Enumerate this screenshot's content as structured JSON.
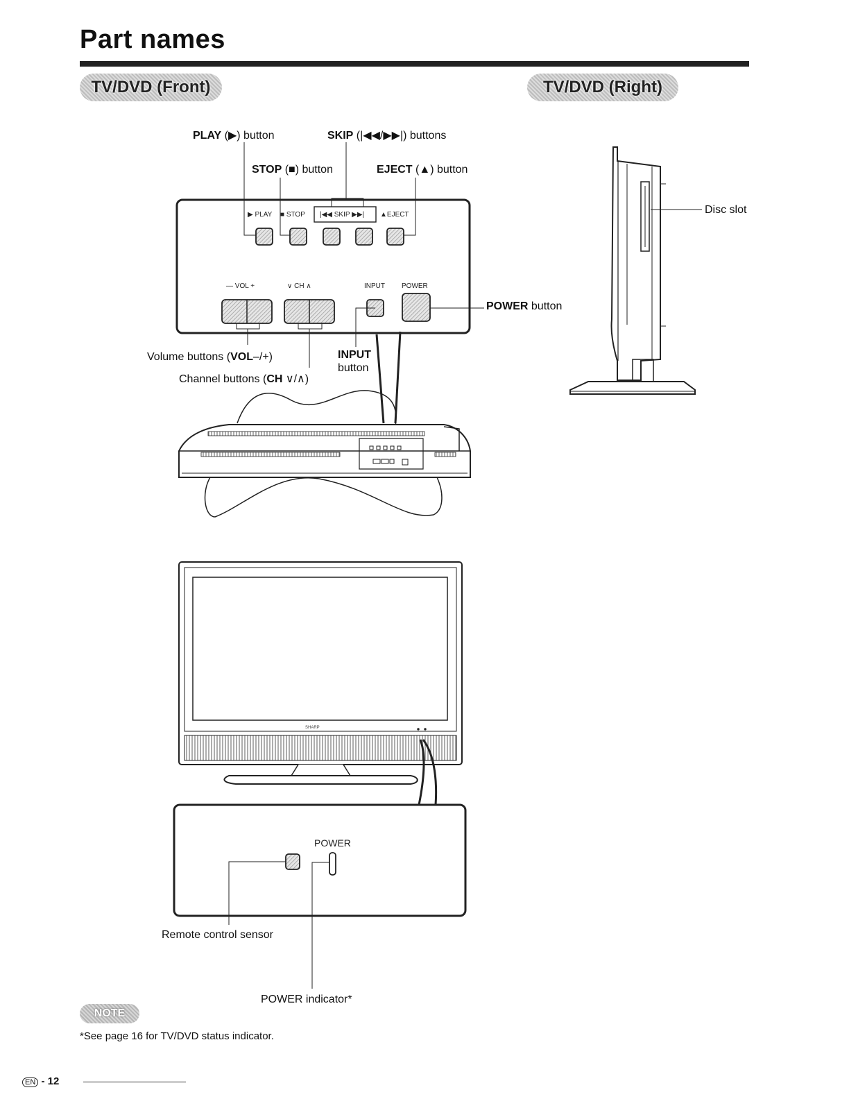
{
  "header": {
    "title": "Part names",
    "section_front": "TV/DVD (Front)",
    "section_right": "TV/DVD (Right)"
  },
  "labels": {
    "play_button": {
      "bold": "PLAY",
      "rest": " (▶) button"
    },
    "skip_buttons": {
      "bold": "SKIP",
      "rest": " (|◀◀/▶▶|) buttons"
    },
    "stop_button": {
      "bold": "STOP",
      "rest": " (■) button"
    },
    "eject_button": {
      "bold": "EJECT",
      "rest": " (▲) button"
    },
    "power_button": {
      "bold": "POWER",
      "rest": " button"
    },
    "volume_buttons": {
      "pre": "Volume buttons (",
      "bold": "VOL",
      "post": "–/+)"
    },
    "channel_buttons": {
      "pre": "Channel buttons (",
      "bold": "CH",
      "post": " ∨/∧)"
    },
    "input_button": {
      "bold": "INPUT",
      "rest": "button"
    },
    "disc_slot": "Disc slot",
    "remote_sensor": "Remote control sensor",
    "power_indicator": "POWER indicator*"
  },
  "panel": {
    "play": "▶ PLAY",
    "stop": "■ STOP",
    "skip": "|◀◀ SKIP ▶▶|",
    "eject": "▲EJECT",
    "vol": "— VOL +",
    "ch": "∨ CH ∧",
    "input": "INPUT",
    "power": "POWER"
  },
  "zoom_panel": {
    "power": "POWER"
  },
  "note": {
    "badge": "NOTE",
    "text": "*See page 16 for TV/DVD status indicator."
  },
  "footer": {
    "lang": "EN",
    "page": "- 12"
  }
}
